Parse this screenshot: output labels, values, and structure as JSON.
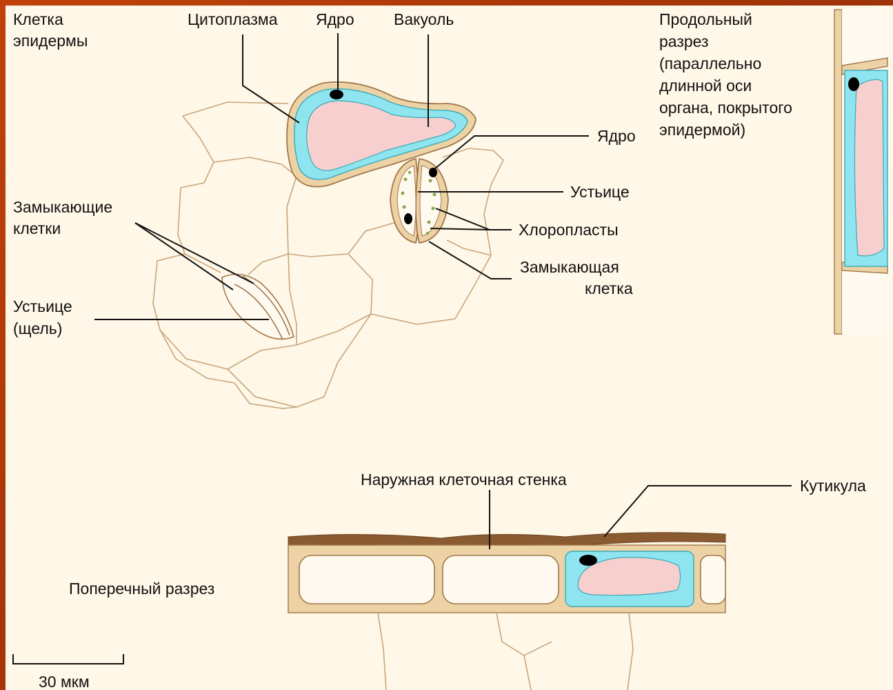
{
  "colors": {
    "background_frame": "#b33d0a",
    "panel": "#fff7e7",
    "cell_wall": "#edd2a6",
    "cytoplasm": "#8fe5ef",
    "vacuole": "#f7cfcf",
    "cuticle": "#8a5a30",
    "chloroplast": "#88a850",
    "nucleus": "#000000"
  },
  "labels": {
    "epidermis_cell_1": "Клетка",
    "epidermis_cell_2": "эпидермы",
    "cytoplasm": "Цитоплазма",
    "nucleus_top": "Ядро",
    "vacuole": "Вакуоль",
    "nucleus_right": "Ядро",
    "stoma_right": "Устьице",
    "chloroplasts": "Хлоропласты",
    "guard_cell_1": "Замыкающая",
    "guard_cell_2": "клетка",
    "guard_cells_1": "Замыкающие",
    "guard_cells_2": "клетки",
    "stoma_slit_1": "Устьице",
    "stoma_slit_2": "(щель)",
    "longitudinal_1": "Продольный",
    "longitudinal_2": "разрез",
    "longitudinal_3": "(параллельно",
    "longitudinal_4": "длинной оси",
    "longitudinal_5": "органа, покрытого",
    "longitudinal_6": "эпидермой)",
    "outer_cell_wall": "Наружная клеточная стенка",
    "cuticle": "Кутикула",
    "cross_section": "Поперечный разрез",
    "scale_bar": "30 мкм"
  }
}
